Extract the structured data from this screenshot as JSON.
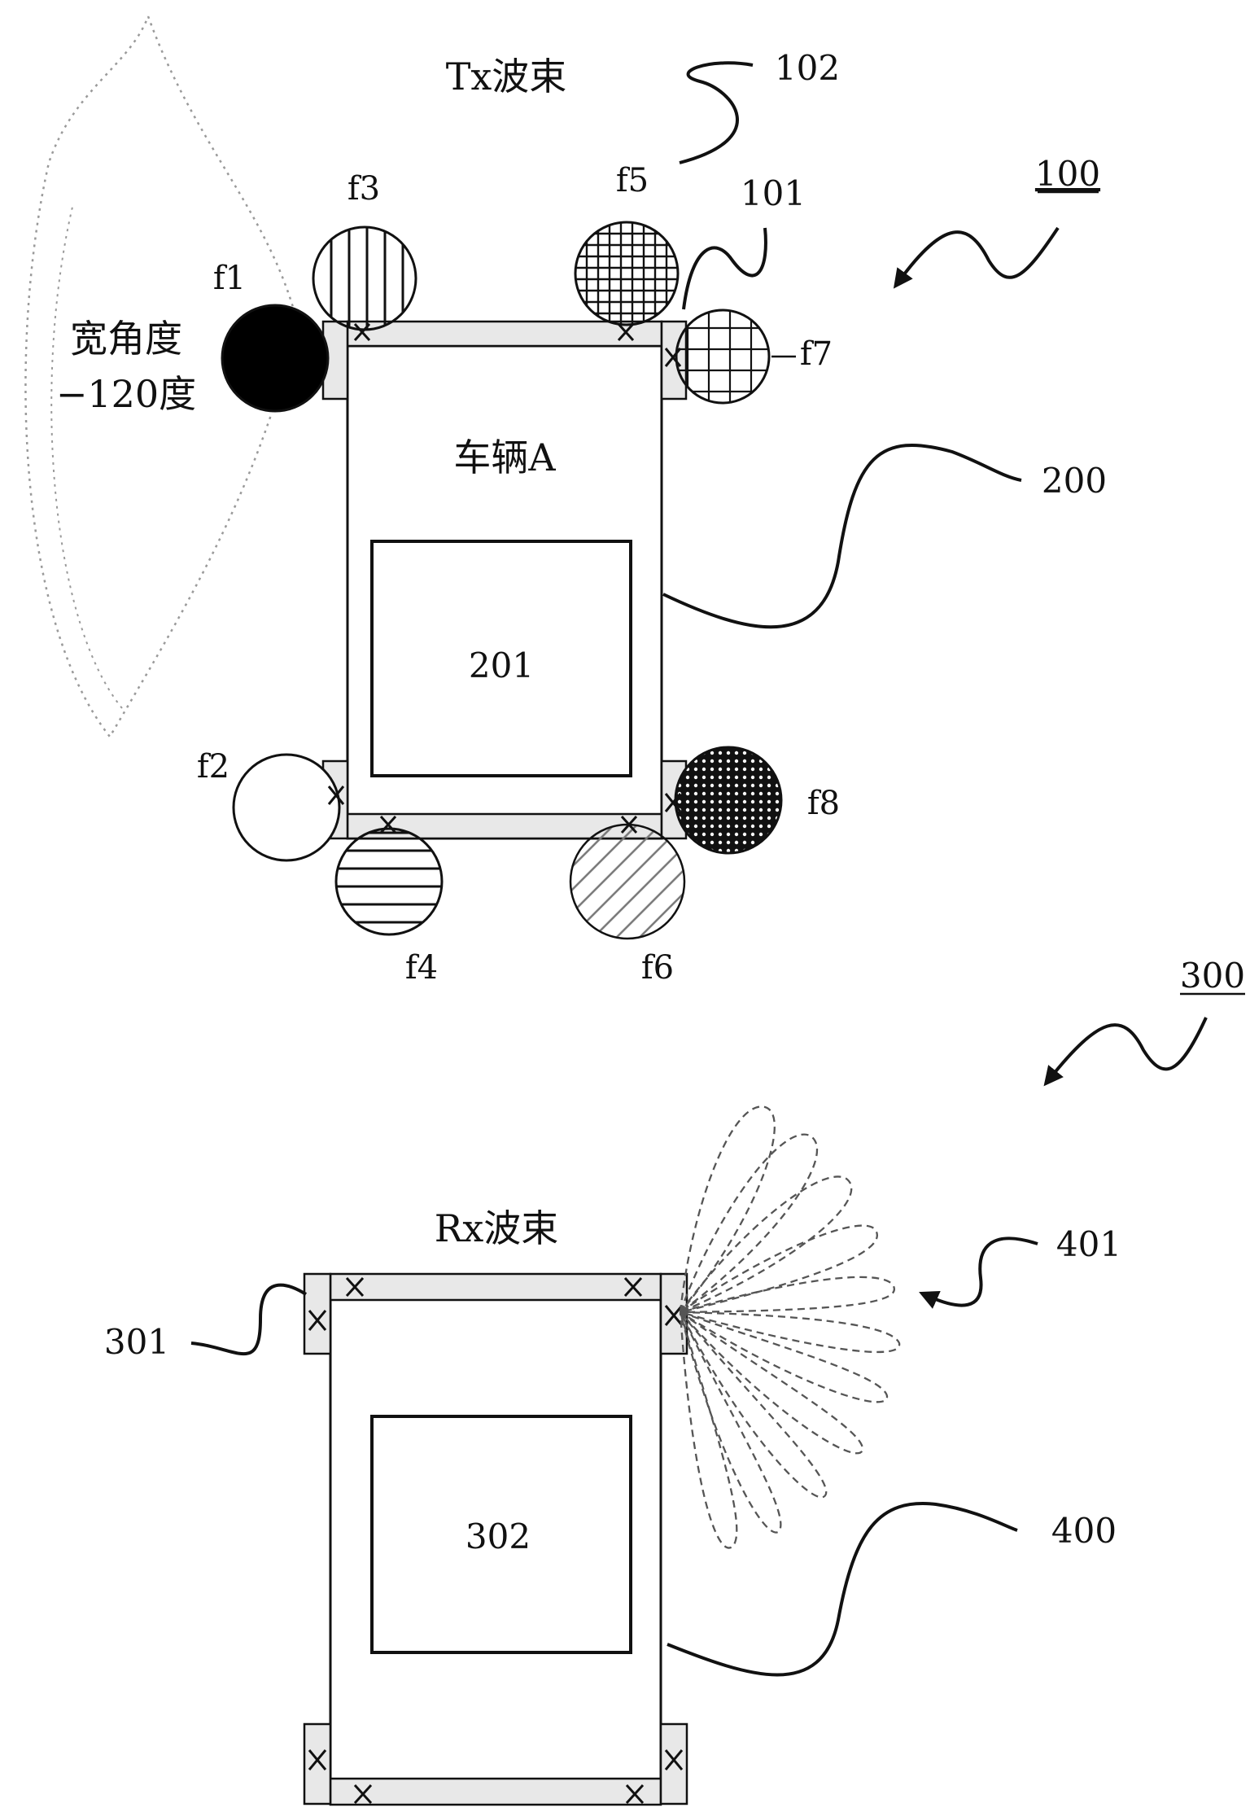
{
  "transmitter": {
    "beam_title": "Tx波束",
    "wide_angle_line1": "宽角度",
    "wide_angle_line2": "−120度",
    "vehicle_label": "车辆A",
    "inner_box_label": "201",
    "antennas": {
      "f1": "f1",
      "f2": "f2",
      "f3": "f3",
      "f4": "f4",
      "f5": "f5",
      "f6": "f6",
      "f7": "f7",
      "f8": "f8"
    },
    "refs": {
      "system": "100",
      "antenna": "101",
      "beam": "102",
      "vehicle": "200"
    }
  },
  "receiver": {
    "beam_title": "Rx波束",
    "inner_box_label": "302",
    "refs": {
      "system": "300",
      "antenna": "301",
      "vehicle": "400",
      "beams": "401"
    }
  },
  "colors": {
    "stroke": "#111111",
    "panel_fill": "#e8e8e8",
    "beam_dash": "#555555",
    "wide_beam_dot": "#9a9a9a"
  }
}
